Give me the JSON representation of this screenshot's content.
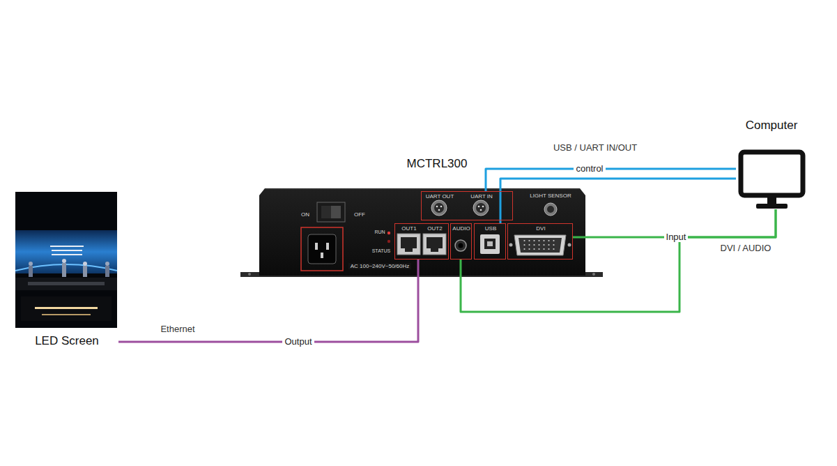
{
  "diagram": {
    "nodes": [
      {
        "text": [
          "LED Screen"
        ]
      },
      {
        "text": [
          "MCTRL300"
        ]
      },
      {
        "text": [
          "UART OUT",
          "UART IN"
        ],
        "in": 1
      },
      {
        "text": [
          "OUT1",
          "OUT2"
        ],
        "in": 1
      },
      {
        "text": [
          "AUDIO"
        ],
        "in": 1
      },
      {
        "text": [
          "USB"
        ],
        "in": 1
      },
      {
        "text": [
          "DVI"
        ],
        "in": 1
      },
      {
        "text": [
          "Computer"
        ]
      }
    ],
    "edges": [
      {
        "from": 3,
        "to": 0,
        "label": "Output",
        "arrow": "none"
      },
      {
        "from": 7,
        "to": 2,
        "label": "control",
        "arrow": "none"
      },
      {
        "from": 7,
        "to": 5,
        "arrow": "none"
      },
      {
        "from": 7,
        "to": 6,
        "label": "Input",
        "arrow": "none"
      },
      {
        "from": 7,
        "to": 4,
        "arrow": "none"
      }
    ],
    "labels": [
      "Ethernet",
      "USB / UART IN/OUT",
      "DVI / AUDIO",
      "LIGHT SENSOR",
      "ON",
      "OFF",
      "RUN",
      "STATUS",
      "AC 100~240V~50/60Hz"
    ]
  }
}
